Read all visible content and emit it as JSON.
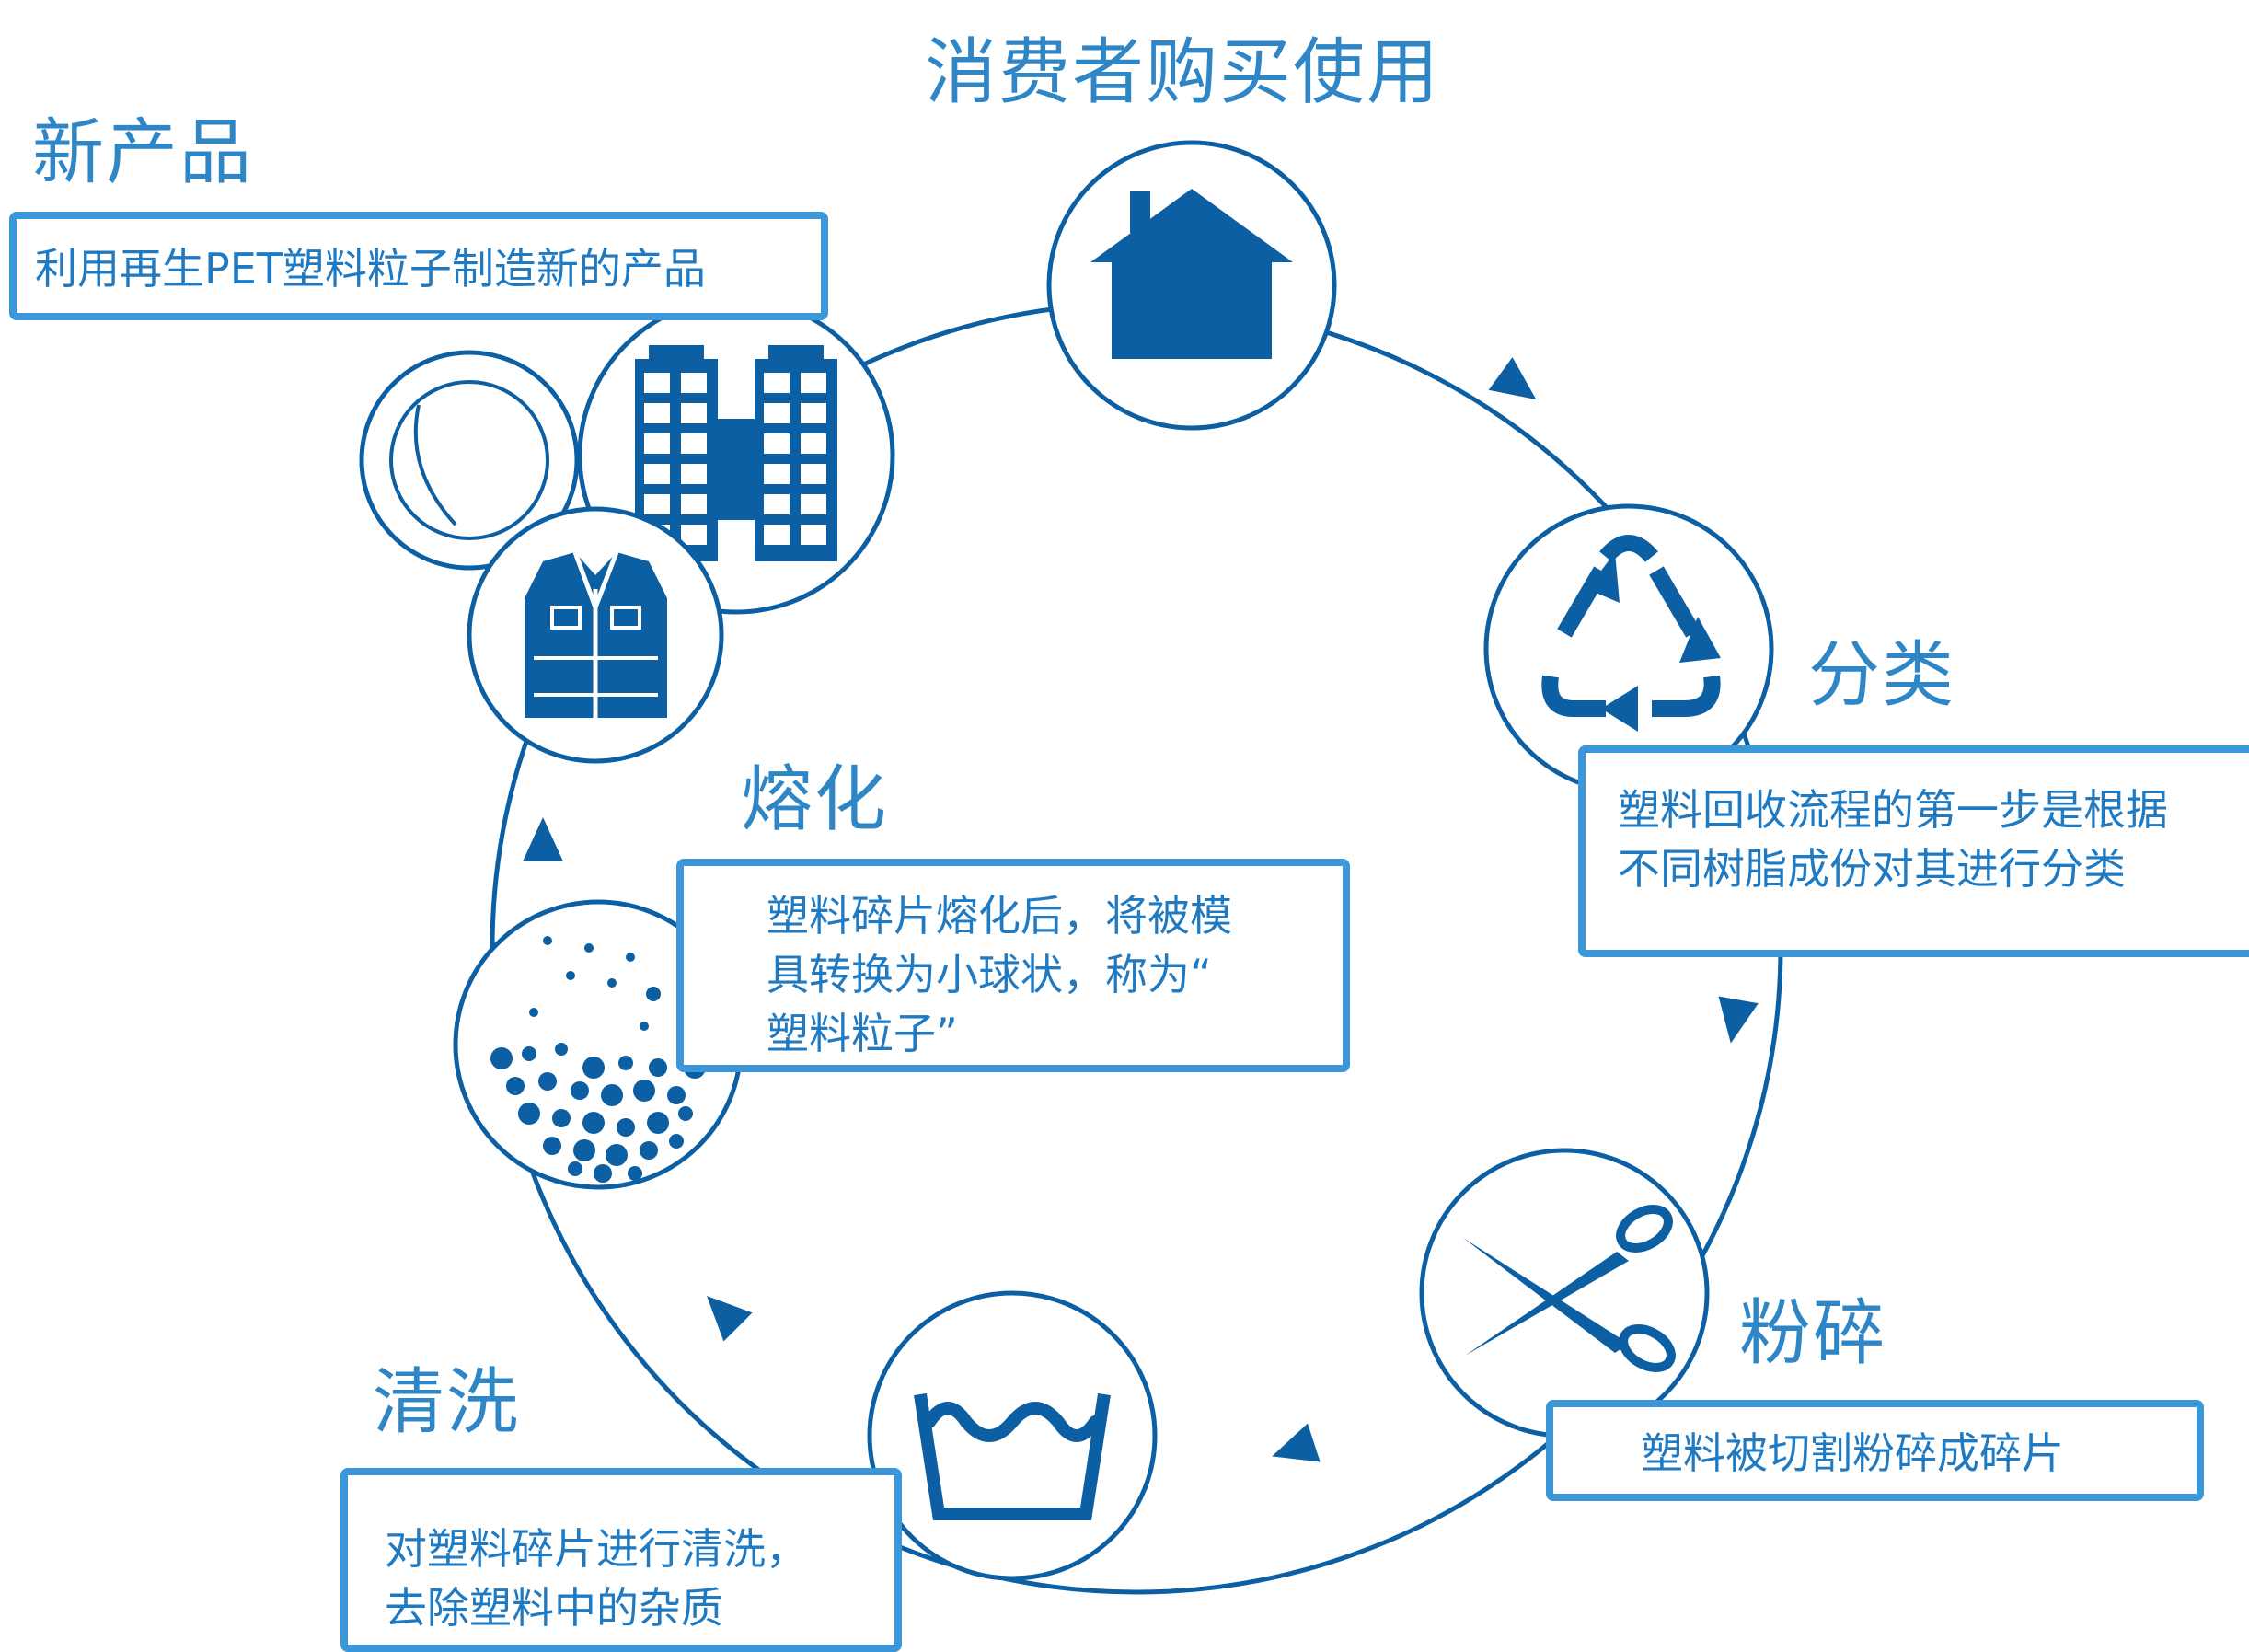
{
  "title": "消费者购买使用",
  "colors": {
    "primary": "#0d5fa3",
    "accent": "#3c97da",
    "text": "#1f7ac2"
  },
  "stages": [
    {
      "id": "consume",
      "title": "消费者购买使用",
      "icon": "house-icon"
    },
    {
      "id": "sort",
      "title": "分类",
      "icon": "recycle-icon",
      "desc": [
        "塑料回收流程的第一步是根据",
        "不同树脂成份对其进行分类"
      ]
    },
    {
      "id": "crush",
      "title": "粉碎",
      "icon": "scissors-icon",
      "desc": [
        "塑料被切割粉碎成碎片"
      ]
    },
    {
      "id": "wash",
      "title": "清洗",
      "icon": "wash-basin-icon",
      "desc": [
        "对塑料碎片进行清洗，",
        "去除塑料中的杂质"
      ]
    },
    {
      "id": "melt",
      "title": "熔化",
      "icon": "pellets-icon",
      "desc": [
        "塑料碎片熔化后，将被模",
        "具转换为小球状，称为“",
        "塑料粒子”"
      ]
    },
    {
      "id": "product",
      "title": "新产品",
      "icon": "buildings-icon",
      "desc": [
        "利用再生PET塑料粒子制造新的产品"
      ],
      "extra_icons": [
        "tennis-ball-icon",
        "vest-icon"
      ]
    }
  ]
}
